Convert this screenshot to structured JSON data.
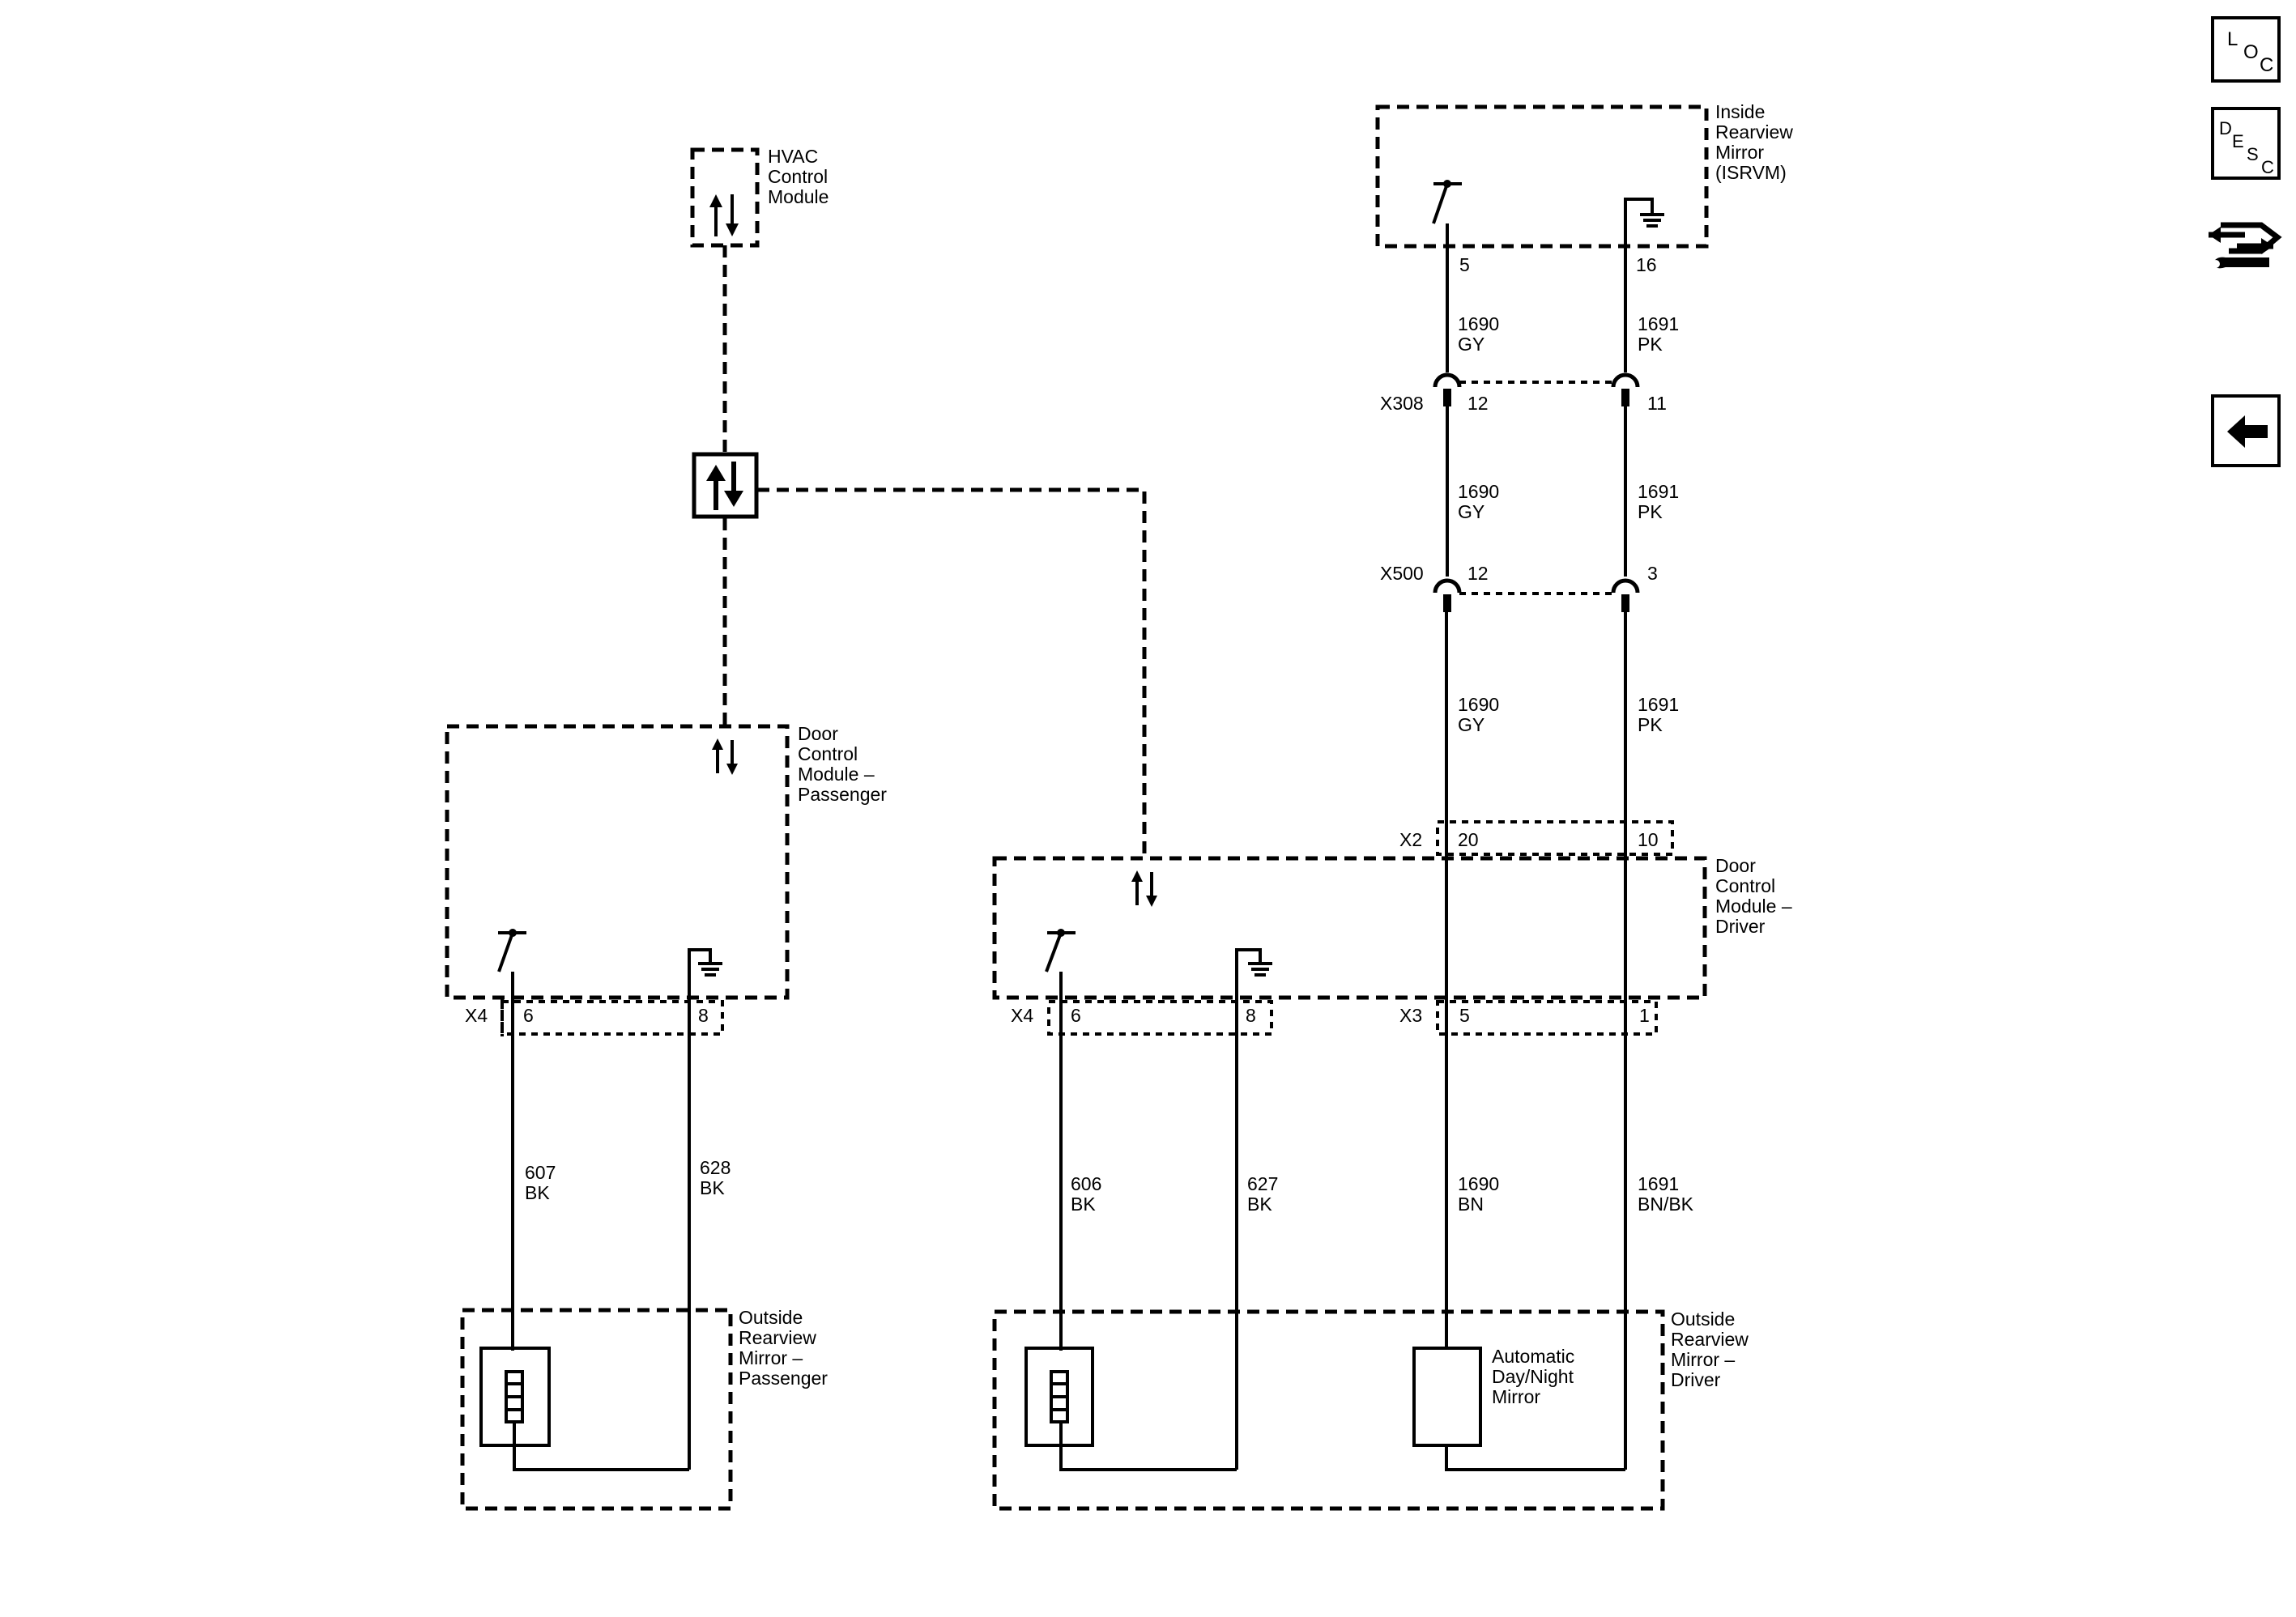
{
  "side_panel": {
    "loc_icon": "loc-icon",
    "desc_icon": "desc-icon",
    "tool_icon": "connector-tool-icon",
    "back_icon": "back-arrow-icon",
    "loc": {
      "l1": "L",
      "l2": "O",
      "l3": "C"
    },
    "desc": {
      "l1": "D",
      "l2": "E",
      "l3": "S",
      "l4": "C"
    }
  },
  "modules": {
    "hvac": [
      "HVAC",
      "Control",
      "Module"
    ],
    "dcm_pass": [
      "Door",
      "Control",
      "Module –",
      "Passenger"
    ],
    "dcm_drv": [
      "Door",
      "Control",
      "Module –",
      "Driver"
    ],
    "isrvm": [
      "Inside",
      "Rearview",
      "Mirror",
      "(ISRVM)"
    ],
    "orm_pass": [
      "Outside",
      "Rearview",
      "Mirror –",
      "Passenger"
    ],
    "orm_drv": [
      "Outside",
      "Rearview",
      "Mirror –",
      "Driver"
    ],
    "auto_dim": [
      "Automatic",
      "Day/Night",
      "Mirror"
    ]
  },
  "connectors": {
    "x4_pass": {
      "name": "X4",
      "pin_a": "6",
      "pin_b": "8"
    },
    "x4_drv": {
      "name": "X4",
      "pin_a": "6",
      "pin_b": "8"
    },
    "x3": {
      "name": "X3",
      "pin_a": "5",
      "pin_b": "1"
    },
    "x2": {
      "name": "X2",
      "pin_a": "20",
      "pin_b": "10"
    },
    "x500": {
      "name": "X500",
      "pin_a": "12",
      "pin_b": "3"
    },
    "x308": {
      "name": "X308",
      "pin_a": "12",
      "pin_b": "11"
    },
    "isrvm_pins": {
      "pin_a": "5",
      "pin_b": "16"
    }
  },
  "wires": {
    "w607": {
      "circuit": "607",
      "color": "BK"
    },
    "w628": {
      "circuit": "628",
      "color": "BK"
    },
    "w606": {
      "circuit": "606",
      "color": "BK"
    },
    "w627": {
      "circuit": "627",
      "color": "BK"
    },
    "w1690_bn": {
      "circuit": "1690",
      "color": "BN"
    },
    "w1691_bnbk": {
      "circuit": "1691",
      "color": "BN/BK"
    },
    "w1690_gy_a": {
      "circuit": "1690",
      "color": "GY"
    },
    "w1691_pk_a": {
      "circuit": "1691",
      "color": "PK"
    },
    "w1690_gy_b": {
      "circuit": "1690",
      "color": "GY"
    },
    "w1691_pk_b": {
      "circuit": "1691",
      "color": "PK"
    },
    "w1690_gy_c": {
      "circuit": "1690",
      "color": "GY"
    },
    "w1691_pk_c": {
      "circuit": "1691",
      "color": "PK"
    }
  }
}
